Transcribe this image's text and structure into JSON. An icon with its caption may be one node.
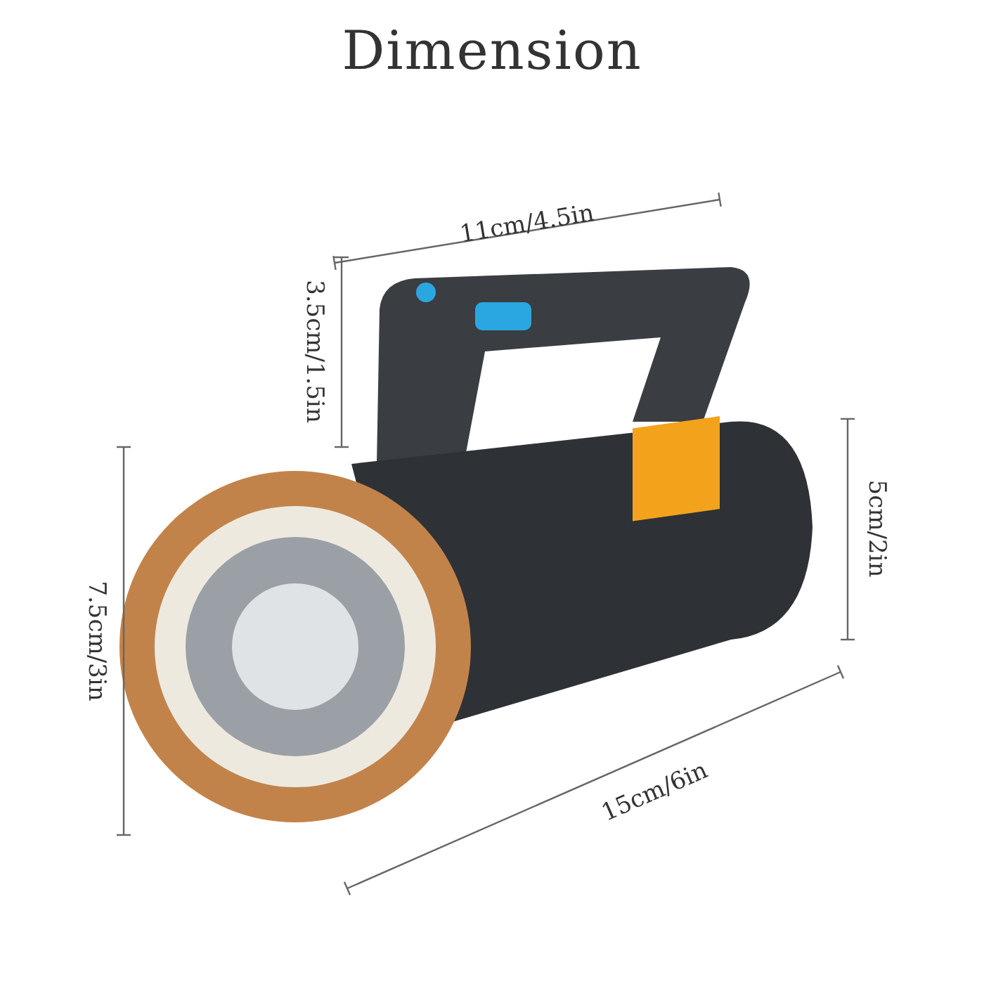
{
  "diagram": {
    "title": "Dimension",
    "labels": [
      "11cm/4.5in",
      "3.5cm/1.5in",
      "5cm/2in",
      "7.5cm/3in",
      "15cm/6in"
    ]
  }
}
